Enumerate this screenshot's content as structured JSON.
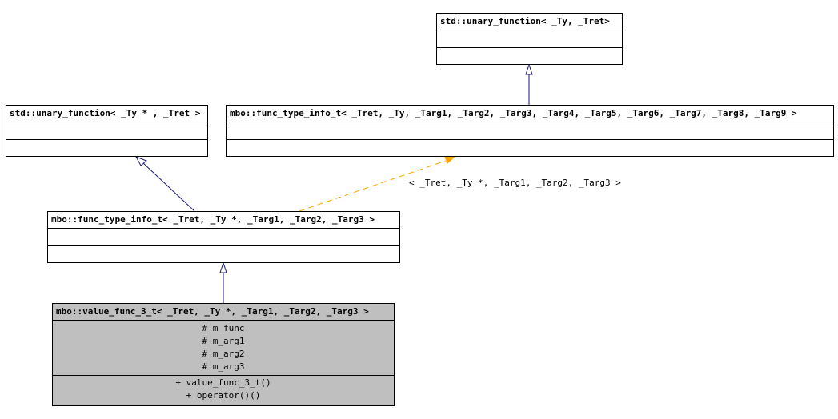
{
  "classes": {
    "unary_fn_base": {
      "name": "std::unary_function< _Ty, _Tret>"
    },
    "unary_fn_ptr": {
      "name": "std::unary_function< _Ty * , _Tret >"
    },
    "func_type_info_full": {
      "name": "mbo::func_type_info_t< _Tret, _Ty, _Targ1, _Targ2, _Targ3, _Targ4, _Targ5, _Targ6, _Targ7, _Targ8, _Targ9 >"
    },
    "func_type_info_spec": {
      "name": "mbo::func_type_info_t< _Tret, _Ty *, _Targ1, _Targ2, _Targ3 >"
    },
    "value_func_3": {
      "name": "mbo::value_func_3_t< _Tret, _Ty *, _Targ1, _Targ2, _Targ3 >",
      "attributes": [
        "# m_func",
        "# m_arg1",
        "# m_arg2",
        "# m_arg3"
      ],
      "methods": [
        "+ value_func_3_t()",
        "+ operator()()"
      ]
    }
  },
  "edges": {
    "template_label": "< _Tret, _Ty *, _Targ1, _Targ2, _Targ3 >"
  },
  "colors": {
    "inheritance_edge": "#191970",
    "template_edge": "#ffa500",
    "focus_fill": "#bfbfbf"
  }
}
